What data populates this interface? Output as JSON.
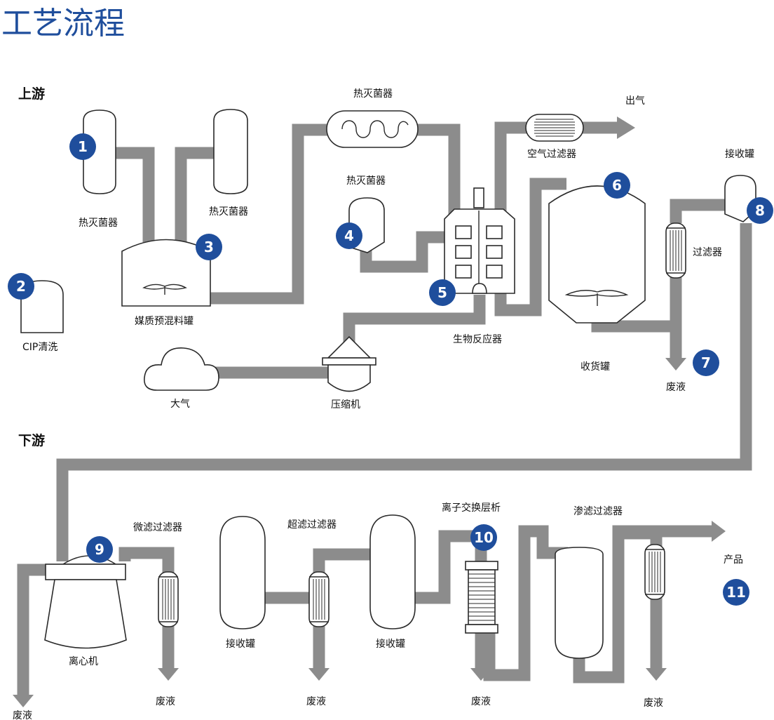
{
  "title": "工艺流程",
  "sections": {
    "upstream": "上游",
    "downstream": "下游"
  },
  "colors": {
    "accent": "#1f4e9c",
    "pipe": "#8c8c8c",
    "outline": "#2a2a2a"
  },
  "labels": {
    "sterilizer_1": "热灭菌器",
    "sterilizer_2": "热灭菌器",
    "sterilizer_3": "热灭菌器",
    "sterilizer_4": "热灭菌器",
    "cip": "CIP清洗",
    "mixing_tank": "媒质预混料罐",
    "bioreactor": "生物反应器",
    "air_filter": "空气过滤器",
    "exhaust": "出气",
    "harvest_tank": "收货罐",
    "receiver_top": "接收罐",
    "filter_top": "过滤器",
    "waste_up": "废液",
    "atmosphere": "大气",
    "compressor": "压缩机",
    "centrifuge": "离心机",
    "waste_centrifuge": "废液",
    "microfilter": "微滤过滤器",
    "waste_micro": "废液",
    "receiver_1": "接收罐",
    "ultrafilter": "超滤过滤器",
    "waste_ultra": "废液",
    "receiver_2": "接收罐",
    "ion_exchange": "离子交换层析",
    "waste_ion": "废液",
    "diafilter": "渗滤过滤器",
    "product": "产品",
    "waste_dia": "废液"
  },
  "badges": {
    "b1": "1",
    "b2": "2",
    "b3": "3",
    "b4": "4",
    "b5": "5",
    "b6": "6",
    "b7": "7",
    "b8": "8",
    "b9": "9",
    "b10": "10",
    "b11": "11"
  }
}
